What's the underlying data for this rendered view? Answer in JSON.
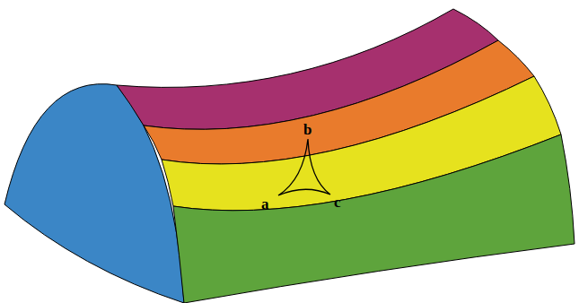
{
  "diagram": {
    "labels": [
      "b",
      "a",
      "c"
    ]
  }
}
